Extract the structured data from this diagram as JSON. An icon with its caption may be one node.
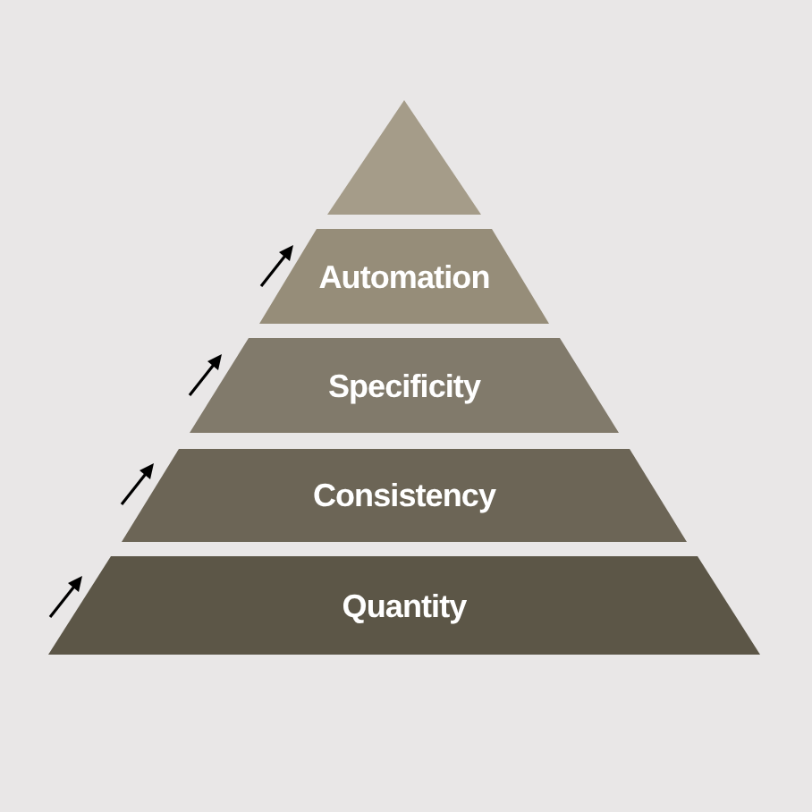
{
  "diagram": {
    "nodes": [
      {
        "text": [],
        "shape": "triangle"
      },
      {
        "text": [
          "Automation"
        ]
      },
      {
        "text": [
          "Specificity"
        ]
      },
      {
        "text": [
          "Consistency"
        ]
      },
      {
        "text": [
          "Quantity"
        ]
      }
    ]
  }
}
